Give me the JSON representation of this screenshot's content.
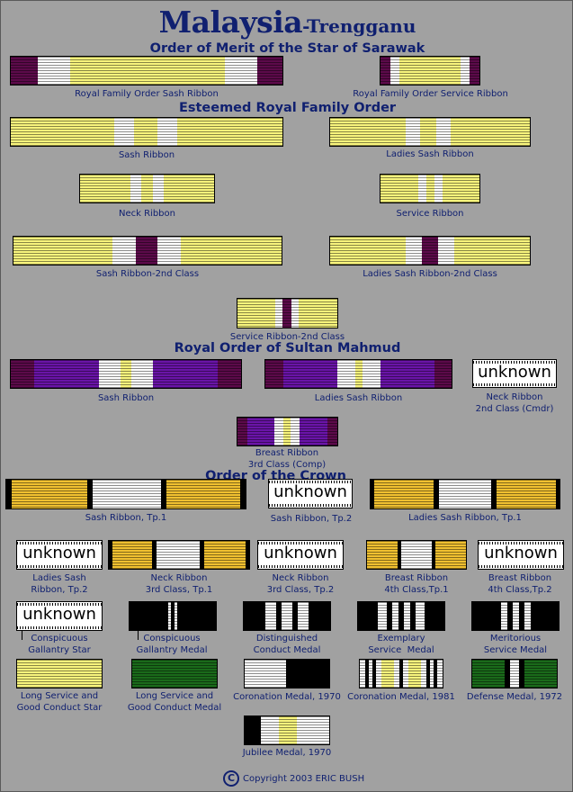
{
  "title": {
    "main": "Malaysia",
    "sub": "-Trengganu"
  },
  "colors": {
    "yellow": "#f8f47c",
    "purple": "#5c0a4a",
    "violet": "#6a14a8",
    "white": "#ffffff",
    "gold": "#f0c030",
    "black": "#000000",
    "green": "#1a6a1a",
    "heading": "#102070",
    "background": "#a1a1a1"
  },
  "sections": [
    {
      "heading": "Order of Merit of the Star of Sarawak",
      "ribbons": [
        {
          "label": "Royal Family Order Sash Ribbon"
        },
        {
          "label": "Royal Family Order Service Ribbon"
        }
      ]
    },
    {
      "heading": "Esteemed Royal Family Order",
      "ribbons": [
        {
          "label": "Sash Ribbon"
        },
        {
          "label": "Ladies Sash Ribbon"
        },
        {
          "label": "Neck Ribbon"
        },
        {
          "label": "Service Ribbon"
        },
        {
          "label": "Sash Ribbon-2nd Class"
        },
        {
          "label": "Ladies Sash Ribbon-2nd Class"
        },
        {
          "label": "Service Ribbon-2nd Class"
        }
      ]
    },
    {
      "heading": "Royal Order of Sultan Mahmud",
      "ribbons": [
        {
          "label": "Sash Ribbon"
        },
        {
          "label": "Ladies Sash Ribbon"
        },
        {
          "label": "Neck Ribbon\n2nd Class (Cmdr)",
          "unknown": "unknown"
        },
        {
          "label": "Breast Ribbon\n3rd Class (Comp)"
        }
      ]
    },
    {
      "heading": "Order of the Crown",
      "ribbons": [
        {
          "label": "Sash Ribbon, Tp.1"
        },
        {
          "label": "Sash Ribbon, Tp.2",
          "unknown": "unknown"
        },
        {
          "label": "Ladies Sash Ribbon, Tp.1"
        },
        {
          "label": "Ladies Sash\nRibbon, Tp.2",
          "unknown": "unknown"
        },
        {
          "label": "Neck Ribbon\n3rd Class, Tp.1"
        },
        {
          "label": "Neck Ribbon\n3rd Class, Tp.2",
          "unknown": "unknown"
        },
        {
          "label": "Breast Ribbon\n4th Class,Tp.1"
        },
        {
          "label": "Breast Ribbon\n4th Class,Tp.2",
          "unknown": "unknown"
        }
      ]
    },
    {
      "heading": "",
      "ribbons": [
        {
          "label": "Conspicuous\nGallantry Star",
          "unknown": "unknown"
        },
        {
          "label": "Conspicuous\nGallantry Medal"
        },
        {
          "label": "Distinguished\nConduct Medal"
        },
        {
          "label": "Exemplary\nService  Medal"
        },
        {
          "label": "Meritorious\nService Medal"
        },
        {
          "label": "Long Service and\nGood Conduct Star"
        },
        {
          "label": "Long Service and\nGood Conduct Medal"
        },
        {
          "label": "Coronation Medal, 1970"
        },
        {
          "label": "Coronation Medal, 1981"
        },
        {
          "label": "Defense Medal, 1972"
        },
        {
          "label": "Jubilee Medal, 1970"
        }
      ]
    }
  ],
  "copyright": {
    "symbol": "C",
    "text": "Copyright 2003 ERIC BUSH"
  }
}
